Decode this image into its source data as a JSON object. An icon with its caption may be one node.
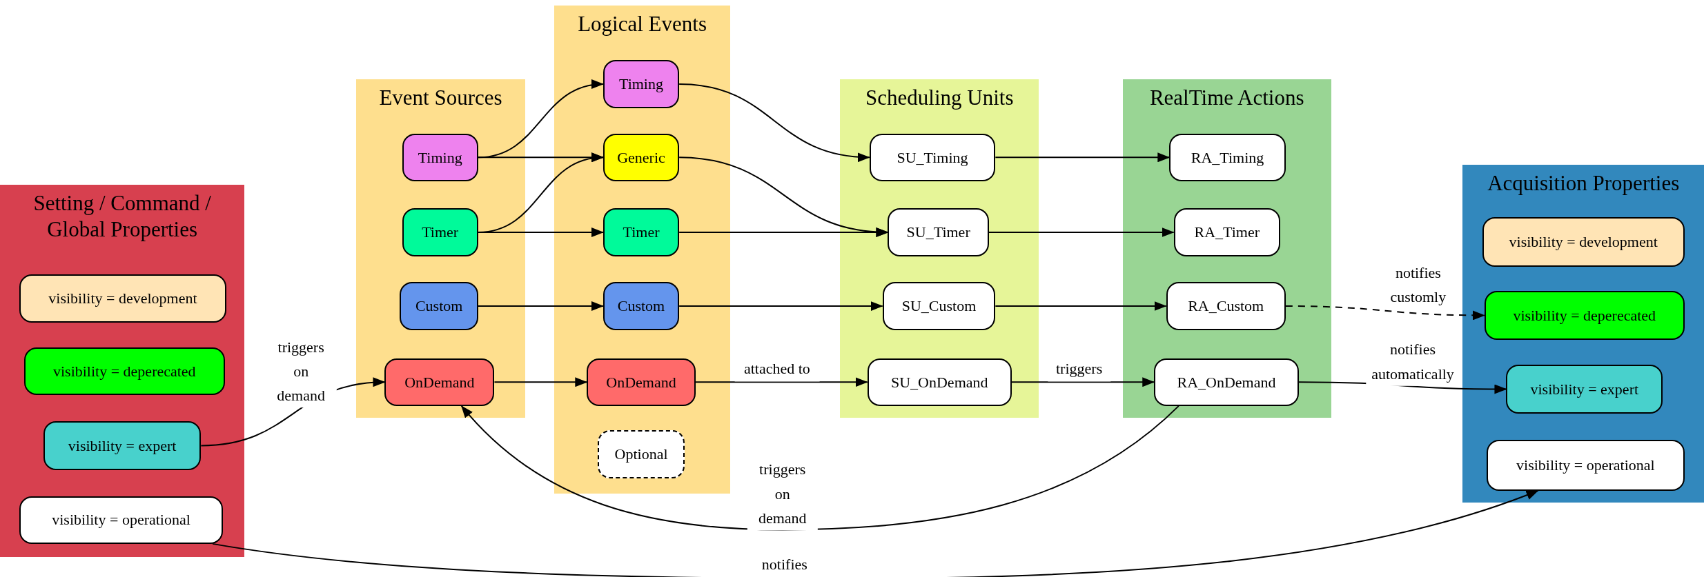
{
  "diagram": {
    "nodes": [
      {
        "text": [
          "Setting / Command / Global Properties"
        ]
      },
      {
        "text": [
          "visibility = development"
        ],
        "in": 0
      },
      {
        "text": [
          "visibility = deperecated"
        ],
        "in": 0
      },
      {
        "text": [
          "visibility = expert"
        ],
        "in": 0
      },
      {
        "text": [
          "visibility = operational"
        ],
        "in": 0
      },
      {
        "text": [
          "Event Sources"
        ]
      },
      {
        "text": [
          "Timing"
        ],
        "in": 5
      },
      {
        "text": [
          "Timer"
        ],
        "in": 5
      },
      {
        "text": [
          "Custom"
        ],
        "in": 5
      },
      {
        "text": [
          "OnDemand"
        ],
        "in": 5
      },
      {
        "text": [
          "Logical Events"
        ]
      },
      {
        "text": [
          "Timing"
        ],
        "in": 10
      },
      {
        "text": [
          "Generic"
        ],
        "in": 10
      },
      {
        "text": [
          "Timer"
        ],
        "in": 10
      },
      {
        "text": [
          "Custom"
        ],
        "in": 10
      },
      {
        "text": [
          "OnDemand"
        ],
        "in": 10
      },
      {
        "text": [
          "Optional"
        ],
        "in": 10
      },
      {
        "text": [
          "Scheduling Units"
        ]
      },
      {
        "text": [
          "SU_Timing"
        ],
        "in": 17
      },
      {
        "text": [
          "SU_Timer"
        ],
        "in": 17
      },
      {
        "text": [
          "SU_Custom"
        ],
        "in": 17
      },
      {
        "text": [
          "SU_OnDemand"
        ],
        "in": 17
      },
      {
        "text": [
          "RealTime Actions"
        ]
      },
      {
        "text": [
          "RA_Timing"
        ],
        "in": 22
      },
      {
        "text": [
          "RA_Timer"
        ],
        "in": 22
      },
      {
        "text": [
          "RA_Custom"
        ],
        "in": 22
      },
      {
        "text": [
          "RA_OnDemand"
        ],
        "in": 22
      },
      {
        "text": [
          "Acquisition Properties"
        ]
      },
      {
        "text": [
          "visibility = development"
        ],
        "in": 27
      },
      {
        "text": [
          "visibility = deperecated"
        ],
        "in": 27
      },
      {
        "text": [
          "visibility = expert"
        ],
        "in": 27
      },
      {
        "text": [
          "visibility = operational"
        ],
        "in": 27
      }
    ],
    "edges": [
      {
        "from": 3,
        "to": 9,
        "arrow": "to",
        "label": "triggers on demand"
      },
      {
        "from": 6,
        "to": 11,
        "arrow": "to"
      },
      {
        "from": 6,
        "to": 12,
        "arrow": "to"
      },
      {
        "from": 7,
        "to": 12,
        "arrow": "to"
      },
      {
        "from": 7,
        "to": 13,
        "arrow": "to"
      },
      {
        "from": 8,
        "to": 14,
        "arrow": "to"
      },
      {
        "from": 9,
        "to": 15,
        "arrow": "to"
      },
      {
        "from": 11,
        "to": 18,
        "arrow": "to"
      },
      {
        "from": 12,
        "to": 19,
        "arrow": "to"
      },
      {
        "from": 13,
        "to": 19,
        "arrow": "to"
      },
      {
        "from": 14,
        "to": 20,
        "arrow": "to"
      },
      {
        "from": 15,
        "to": 21,
        "arrow": "to",
        "label": "attached to"
      },
      {
        "from": 18,
        "to": 23,
        "arrow": "to"
      },
      {
        "from": 19,
        "to": 24,
        "arrow": "to"
      },
      {
        "from": 20,
        "to": 25,
        "arrow": "to"
      },
      {
        "from": 21,
        "to": 26,
        "arrow": "to",
        "label": "triggers"
      },
      {
        "from": 25,
        "to": 29,
        "arrow": "to",
        "label": "notifies customly",
        "style": "dashed"
      },
      {
        "from": 26,
        "to": 30,
        "arrow": "to",
        "label": "notifies automatically"
      },
      {
        "from": 26,
        "to": 9,
        "arrow": "to",
        "label": "triggers on demand"
      },
      {
        "from": 4,
        "to": 31,
        "arrow": "to",
        "label": "notifies"
      }
    ]
  }
}
